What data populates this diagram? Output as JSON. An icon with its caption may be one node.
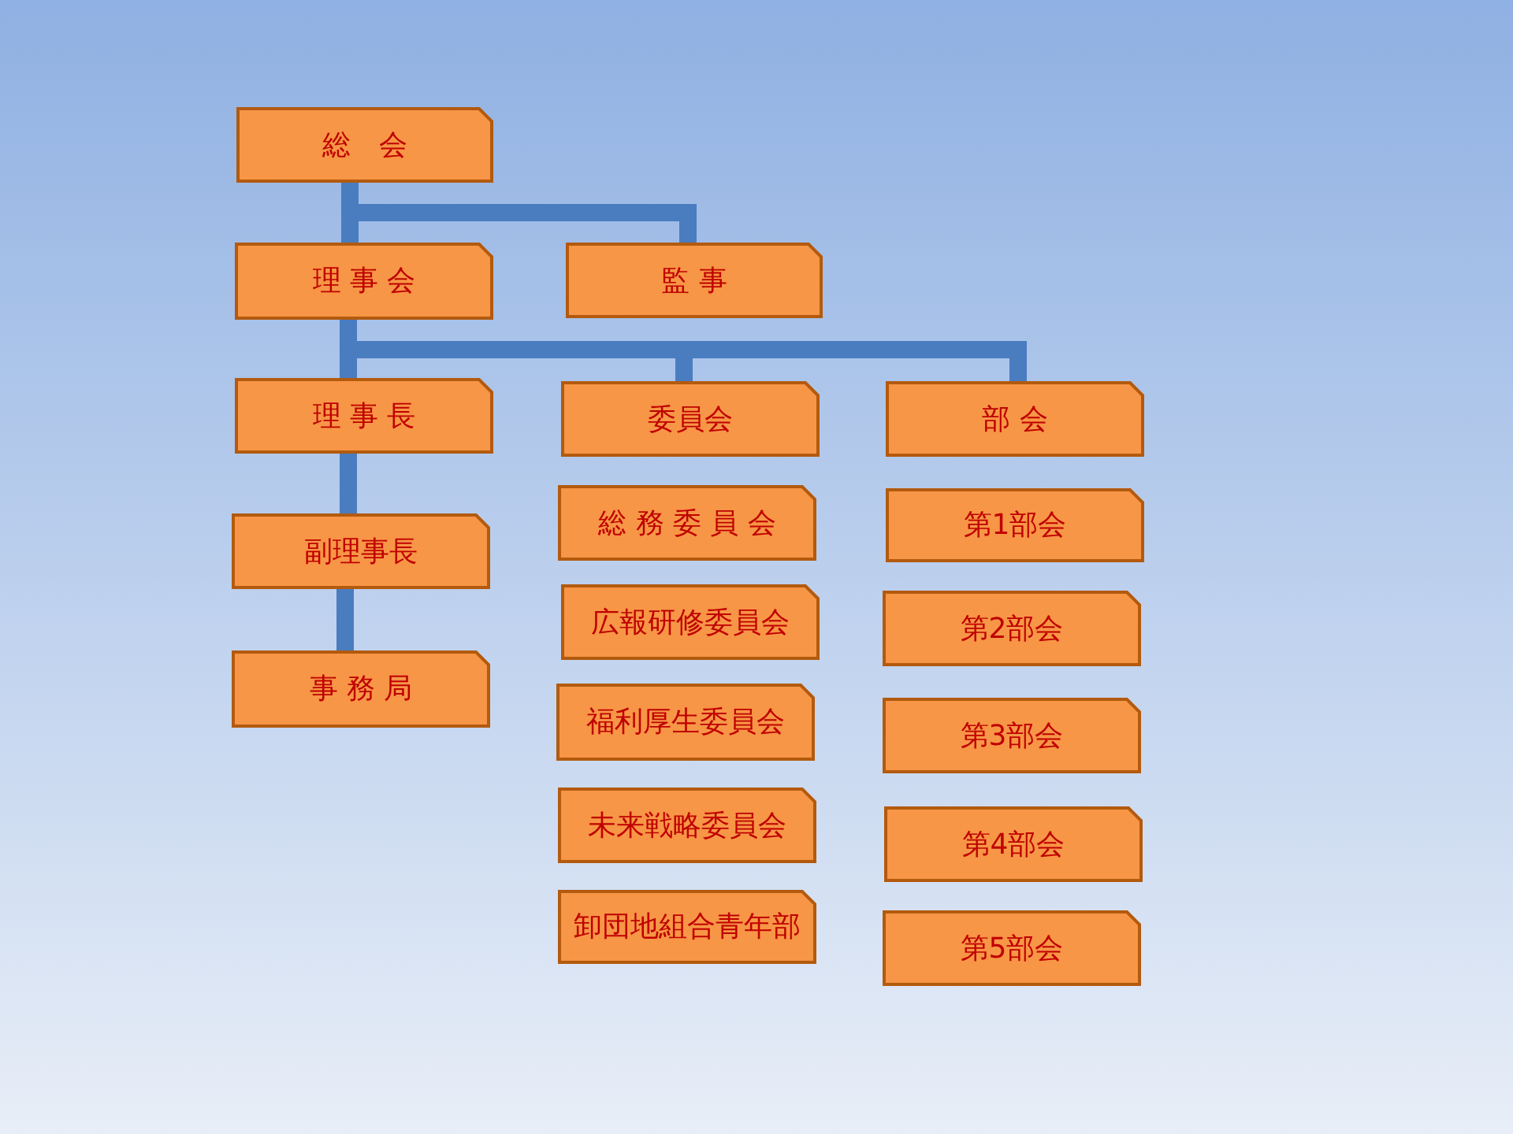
{
  "diagram": {
    "nodes": [
      {
        "text": [
          "総　会"
        ]
      },
      {
        "text": [
          "理 事 会"
        ]
      },
      {
        "text": [
          "監 事"
        ]
      },
      {
        "text": [
          "理 事 長"
        ]
      },
      {
        "text": [
          "委員会"
        ]
      },
      {
        "text": [
          "部 会"
        ]
      },
      {
        "text": [
          "副理事長"
        ]
      },
      {
        "text": [
          "事 務 局"
        ]
      },
      {
        "text": [
          "総 務 委 員 会"
        ]
      },
      {
        "text": [
          "広報研修委員会"
        ]
      },
      {
        "text": [
          "福利厚生委員会"
        ]
      },
      {
        "text": [
          "未来戦略委員会"
        ]
      },
      {
        "text": [
          "卸団地組合青年部"
        ]
      },
      {
        "text": [
          "第1部会"
        ]
      },
      {
        "text": [
          "第2部会"
        ]
      },
      {
        "text": [
          "第3部会"
        ]
      },
      {
        "text": [
          "第4部会"
        ]
      },
      {
        "text": [
          "第5部会"
        ]
      }
    ],
    "edges": [
      {
        "from": 0,
        "to": 1,
        "arrow": "none"
      },
      {
        "from": 0,
        "to": 2,
        "arrow": "none"
      },
      {
        "from": 1,
        "to": 3,
        "arrow": "none"
      },
      {
        "from": 1,
        "to": 4,
        "arrow": "none"
      },
      {
        "from": 1,
        "to": 5,
        "arrow": "none"
      },
      {
        "from": 3,
        "to": 6,
        "arrow": "none"
      },
      {
        "from": 6,
        "to": 7,
        "arrow": "none"
      }
    ]
  }
}
